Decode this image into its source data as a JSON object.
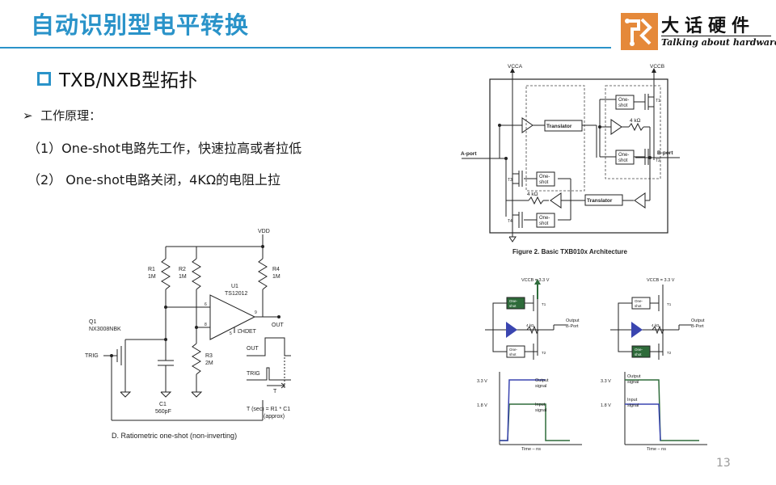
{
  "title": "自动识别型电平转换",
  "logo": {
    "cn": "大话硬件",
    "en": "Talking about hardware"
  },
  "heading": "TXB/NXB型拓扑",
  "bullet": "工作原理：",
  "lines": [
    "（1）One-shot电路先工作，快速拉高或者拉低",
    "（2） One-shot电路关闭，4KΩ的电阻上拉"
  ],
  "page_number": "13",
  "schematic": {
    "vdd": "VDD",
    "r1": "R1",
    "r1v": "1M",
    "r2": "R2",
    "r2v": "1M",
    "r3": "R3",
    "r3v": "2M",
    "r4": "R4",
    "r4v": "1M",
    "u1": "U1",
    "u1p": "TS12012",
    "q1": "Q1",
    "q1p": "NX3008NBK",
    "c1": "C1",
    "c1v": "560pF",
    "trig": "TRIG",
    "out": "OUT",
    "lhdet": "LHDET",
    "pin6": "6",
    "pin9": "9",
    "pin8": "8",
    "pin5": "5",
    "wave_out": "OUT",
    "wave_trig": "TRIG",
    "wave_t": "T",
    "formula": "T (sec) = R1 * C1",
    "approx": "(approx)",
    "caption": "D. Ratiometric one-shot (non-inverting)"
  },
  "txb": {
    "vcca": "VCCA",
    "vccb": "VCCB",
    "aport": "A-port",
    "bport": "B-port",
    "translator": "Translator",
    "oneshot1": "One-",
    "oneshot2": "shot",
    "res": "4 kΩ",
    "t1": "T1",
    "t2": "T2",
    "t3": "T3",
    "t4": "T4",
    "caption": "Figure 2. Basic TXB010x Architecture"
  },
  "wave": {
    "vcc": "VCCB = 3.3 V",
    "output1": "Output",
    "output2": "B-Port",
    "v33": "3.3 V",
    "v18": "1.8 V",
    "sig_out1": "Output",
    "sig_out2": "signal",
    "sig_in1": "Input",
    "sig_in2": "signal",
    "time": "Time – ns"
  }
}
